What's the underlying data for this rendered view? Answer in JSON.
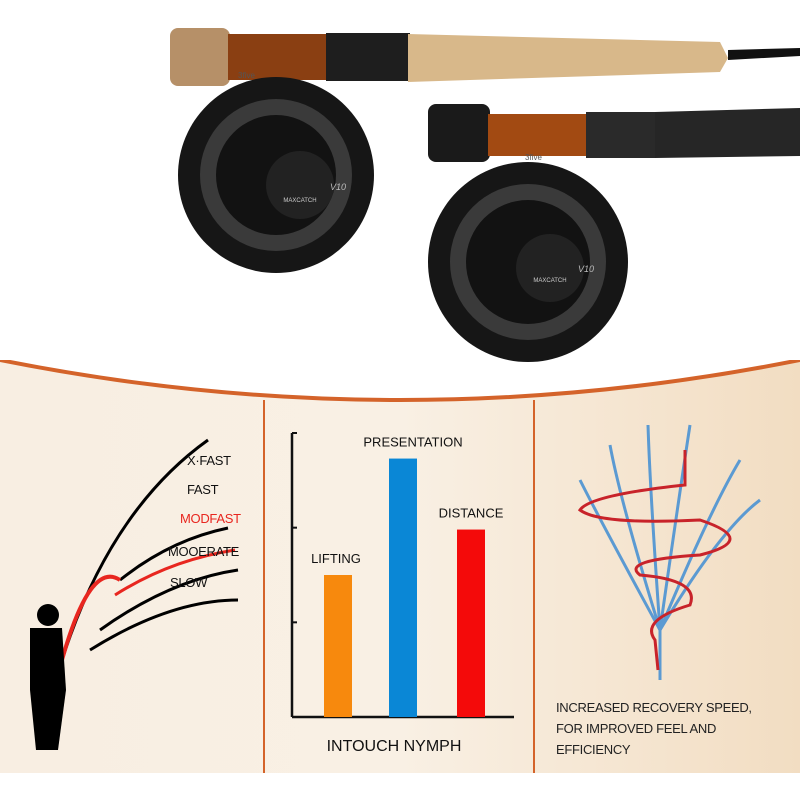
{
  "product": {
    "reel_logo": "MAXCATCH",
    "reel_model": "V10",
    "rod_label": "3five"
  },
  "colors": {
    "accent_orange": "#d4632a",
    "panel_bg": "#f6e6d2",
    "lifting": "#f7890d",
    "presentation": "#0a87d6",
    "distance": "#f40a0a",
    "modfast": "#e8261f"
  },
  "action_panel": {
    "labels": [
      "X·FAST",
      "FAST",
      "MODFAST",
      "MOOERATE",
      "SLOW"
    ],
    "highlight": "MODFAST"
  },
  "chart_data": {
    "type": "bar",
    "title": "",
    "xlabel": "INTOUCH NYMPH",
    "ylabel": "",
    "categories": [
      "LIFTING",
      "PRESENTATION",
      "DISTANCE"
    ],
    "values": [
      1.5,
      2.73,
      1.98
    ],
    "ylim": [
      0,
      3
    ],
    "yticks": 3,
    "colors": [
      "#f7890d",
      "#0a87d6",
      "#f40a0a"
    ]
  },
  "recovery_panel": {
    "lines": [
      "INCREASED RECOVERY SPEED,",
      "FOR IMPROVED FEEL AND",
      "EFFICIENCY"
    ]
  }
}
